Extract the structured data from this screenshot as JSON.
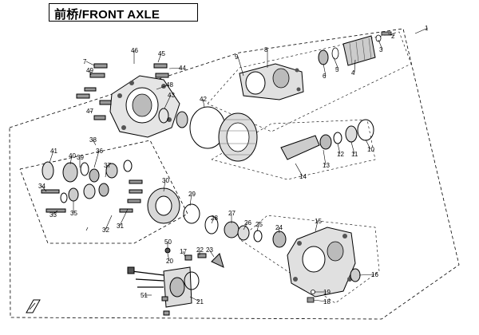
{
  "header": {
    "title": "前桥/FRONT AXLE"
  },
  "callouts": [
    "1",
    "2",
    "3",
    "4",
    "5",
    "6",
    "7",
    "8",
    "9",
    "10",
    "11",
    "12",
    "13",
    "14",
    "15",
    "16",
    "17",
    "18",
    "19",
    "20",
    "21",
    "22",
    "23",
    "24",
    "25",
    "26",
    "27",
    "28",
    "29",
    "30",
    "31",
    "32",
    "33",
    "34",
    "35",
    "36",
    "37",
    "38",
    "39",
    "40",
    "41",
    "42",
    "43",
    "44",
    "45",
    "46",
    "47",
    "48",
    "49",
    "50",
    "51"
  ],
  "colors": {
    "line": "#000000",
    "part_fill": "#d9d9d9",
    "part_dark": "#555555",
    "background": "#ffffff"
  },
  "icons": {
    "corner_logo": "brand-logo-icon"
  }
}
